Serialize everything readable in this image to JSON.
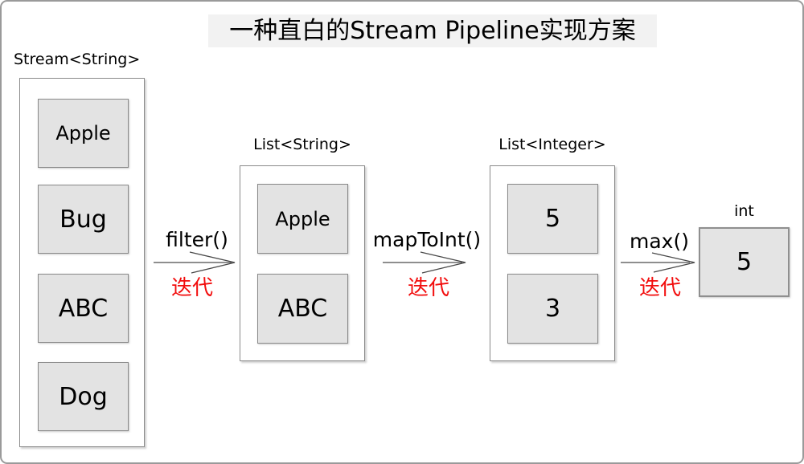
{
  "title": "一种直白的Stream Pipeline实现方案",
  "stages": [
    {
      "label": "Stream<String>",
      "items": [
        "Apple",
        "Bug",
        "ABC",
        "Dog"
      ]
    },
    {
      "label": "List<String>",
      "items": [
        "Apple",
        "ABC"
      ]
    },
    {
      "label": "List<Integer>",
      "items": [
        "5",
        "3"
      ]
    },
    {
      "label": "int",
      "items": [
        "5"
      ]
    }
  ],
  "arrows": [
    {
      "operation": "filter()",
      "annotation": "迭代"
    },
    {
      "operation": "mapToInt()",
      "annotation": "迭代"
    },
    {
      "operation": "max()",
      "annotation": "迭代"
    }
  ],
  "icons": {
    "arrow_1": "right-arrow-icon",
    "arrow_2": "right-arrow-icon",
    "arrow_3": "right-arrow-icon"
  },
  "colors": {
    "annotation_red": "#f20d0d",
    "box_fill": "#e3e3e3",
    "box_border": "#8a8a8a",
    "container_border": "#8a8a8a",
    "title_background": "#f2f2f2",
    "arrow_stroke": "#4a4a4a",
    "outer_border": "#9a9a9a",
    "text": "#000000"
  }
}
